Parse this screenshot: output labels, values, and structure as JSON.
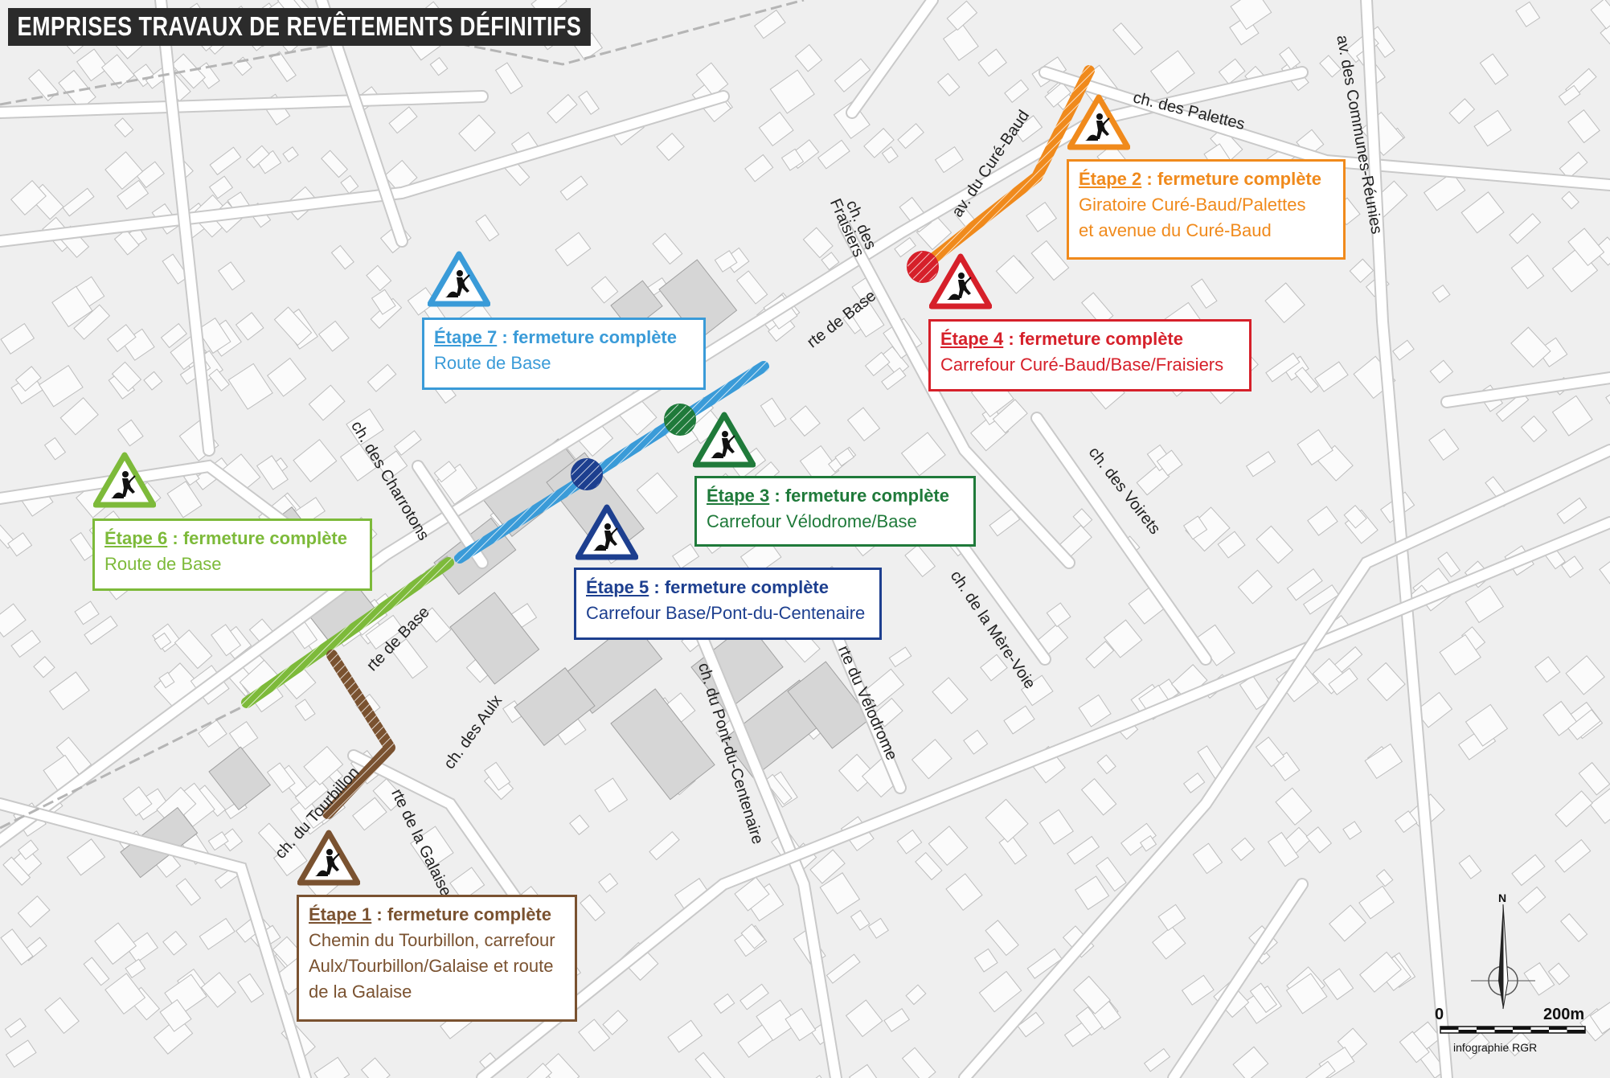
{
  "title": "EMPRISES TRAVAUX DE REVÊTEMENTS DÉFINITIFS",
  "colors": {
    "etape1": "#7a5230",
    "etape2": "#f08a1c",
    "etape3": "#1f7a3a",
    "etape4": "#d6202a",
    "etape5": "#1d3f8f",
    "etape6": "#7dba3a",
    "etape7": "#3a9bd8"
  },
  "stages": [
    {
      "id": "etape1",
      "label": "Étape 1",
      "suffix": " : fermeture complète",
      "desc": "Chemin du Tourbillon, carrefour\nAulx/Tourbillon/Galaise et route\nde la Galaise"
    },
    {
      "id": "etape2",
      "label": "Étape 2",
      "suffix": " : fermeture complète",
      "desc": "Giratoire Curé-Baud/Palettes\net avenue du Curé-Baud"
    },
    {
      "id": "etape3",
      "label": "Étape 3",
      "suffix": " : fermeture complète",
      "desc": "Carrefour Vélodrome/Base"
    },
    {
      "id": "etape4",
      "label": "Étape 4",
      "suffix": " : fermeture complète",
      "desc": "Carrefour Curé-Baud/Base/Fraisiers"
    },
    {
      "id": "etape5",
      "label": "Étape 5",
      "suffix": " : fermeture complète",
      "desc": "Carrefour Base/Pont-du-Centenaire"
    },
    {
      "id": "etape6",
      "label": "Étape 6",
      "suffix": " : fermeture complète",
      "desc": "Route de Base"
    },
    {
      "id": "etape7",
      "label": "Étape 7",
      "suffix": " : fermeture complète",
      "desc": "Route de Base"
    }
  ],
  "roads": {
    "palettes": "ch. des Palettes",
    "communes": "av. des Communes-Réunies",
    "cure_baud": "av. du Curé-Baud",
    "fraisiers_1": "ch. des",
    "fraisiers_2": "Fraisiers",
    "base_top": "rte de Base",
    "base_bottom": "rte de Base",
    "charrotons": "ch. des Charrotons",
    "voirets": "ch. des Voirets",
    "mere_voie": "ch. de la Mère-Voie",
    "velodrome": "rte du Vélodrome",
    "pont_centenaire": "ch. du Pont-du-Centenaire",
    "aulx": "ch. des Aulx",
    "tourbillon": "ch. du Tourbillon",
    "galaise": "rte de la Galaise"
  },
  "legend": {
    "north": "N",
    "scale_start": "0",
    "scale_end": "200m",
    "credit": "infographie RGR"
  }
}
